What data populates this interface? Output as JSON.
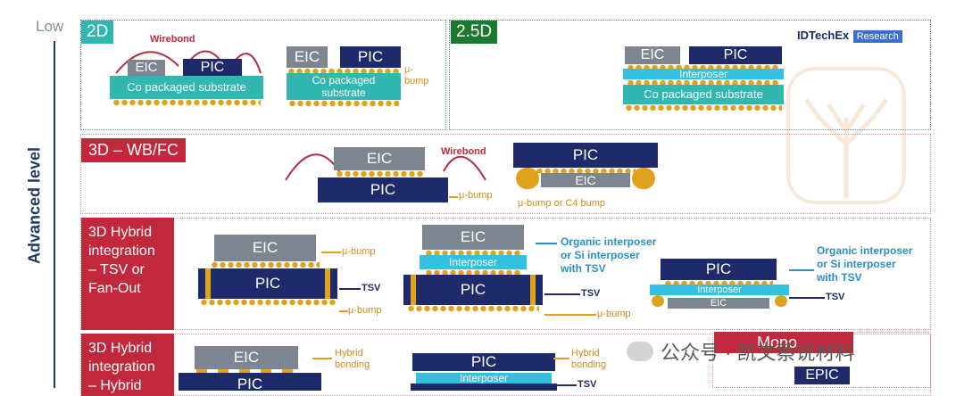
{
  "axis": {
    "low_label": "Low",
    "title": "Advanced level"
  },
  "logo": {
    "name": "IDTechEx",
    "tag": "Research"
  },
  "rows": {
    "r2d": {
      "tag": "2D",
      "wirebond": "Wirebond",
      "eic": "EIC",
      "pic": "PIC",
      "substrate": "Co packaged substrate",
      "eic2": "EIC",
      "pic2": "PIC",
      "substrate2_line1": "Co packaged",
      "substrate2_line2": "substrate",
      "ubump_line1": "μ-",
      "ubump_line2": "bump"
    },
    "r25d": {
      "tag": "2.5D",
      "eic": "EIC",
      "pic": "PIC",
      "interposer": "Interposer",
      "substrate": "Co packaged substrate"
    },
    "r3dwb": {
      "tag": "3D – WB/FC",
      "eic": "EIC",
      "pic": "PIC",
      "wirebond": "Wirebond",
      "ubump": "μ-bump",
      "pic2": "PIC",
      "eic2": "EIC",
      "bump_label": "μ-bump or C4 bump"
    },
    "r3dtsv": {
      "tag_lines": [
        "3D Hybrid",
        "integration",
        "– TSV or",
        "Fan-Out"
      ],
      "eic": "EIC",
      "pic": "PIC",
      "ubump": "μ-bump",
      "tsv": "TSV",
      "ubump2": "μ-bump",
      "eic2": "EIC",
      "interposer": "Interposer",
      "pic2": "PIC",
      "org_lines": [
        "Organic interposer",
        "or Si interposer",
        "with TSV"
      ],
      "tsv2": "TSV",
      "ubump3": "μ-bump",
      "pic3": "PIC",
      "interposer3": "Interposer",
      "eic3": "EIC",
      "org3_lines": [
        "Organic interposer",
        "or Si interposer",
        "with TSV"
      ],
      "tsv3": "TSV"
    },
    "r3dhb": {
      "tag_lines": [
        "3D Hybrid",
        "integration",
        "– Hybrid"
      ],
      "eic": "EIC",
      "pic": "PIC",
      "hb_line1": "Hybrid",
      "hb_line2": "bonding",
      "pic2": "PIC",
      "interposer": "Interposer",
      "hb2_line1": "Hybrid",
      "hb2_line2": "bonding",
      "tsv": "TSV",
      "mono_tag": "Mono",
      "epic": "EPIC"
    }
  },
  "watermark": {
    "text": "公众号 · 凯文蔡说材料"
  }
}
